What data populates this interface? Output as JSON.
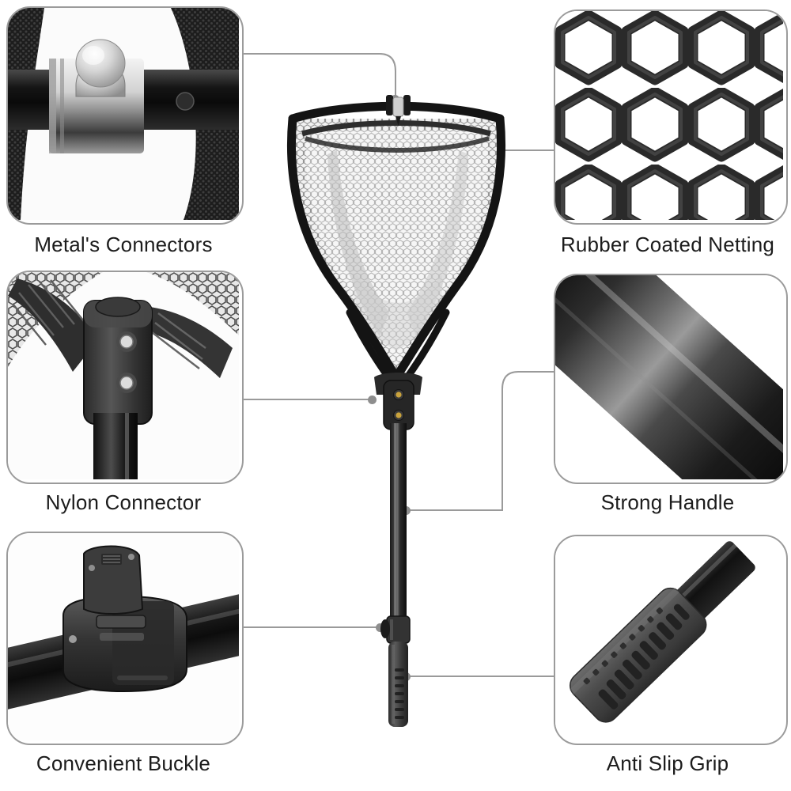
{
  "page": {
    "background": "#ffffff",
    "border_color": "#9b9b9b",
    "leader_color": "#9a9a9a",
    "text_color": "#1c1c1c",
    "product": "folding fishing landing net"
  },
  "features": [
    {
      "id": "metals-connectors",
      "label": "Metal's Connectors",
      "position": "top-left",
      "image": "close-up of chrome metal collar connector with push button on black tube and black mesh"
    },
    {
      "id": "rubber-coated-netting",
      "label": "Rubber Coated Netting",
      "position": "top-right",
      "image": "close-up of black hexagonal rubber coated net mesh"
    },
    {
      "id": "nylon-connector",
      "label": "Nylon Connector",
      "position": "middle-left",
      "image": "close-up of black nylon yoke connector with two silver screws joining hoop arms to handle"
    },
    {
      "id": "strong-handle",
      "label": "Strong Handle",
      "position": "middle-right",
      "image": "close-up of glossy black diagonal aluminum handle tube"
    },
    {
      "id": "convenient-buckle",
      "label": "Convenient Buckle",
      "position": "bottom-left",
      "image": "close-up of black plastic quick release lever buckle clamp on black tube"
    },
    {
      "id": "anti-slip-grip",
      "label": "Anti Slip Grip",
      "position": "bottom-right",
      "image": "close-up of dark grey textured ribbed foam anti slip grip on handle end"
    }
  ],
  "product_parts": {
    "hoop": "rounded triangular net frame",
    "mesh": "fine hexagonal netting",
    "top_clip": "metal clip at top of hoop",
    "yoke": "nylon connector with two screws",
    "shaft": "black telescoping pole",
    "collar": "buckle collar",
    "grip": "ribbed anti slip grip"
  }
}
